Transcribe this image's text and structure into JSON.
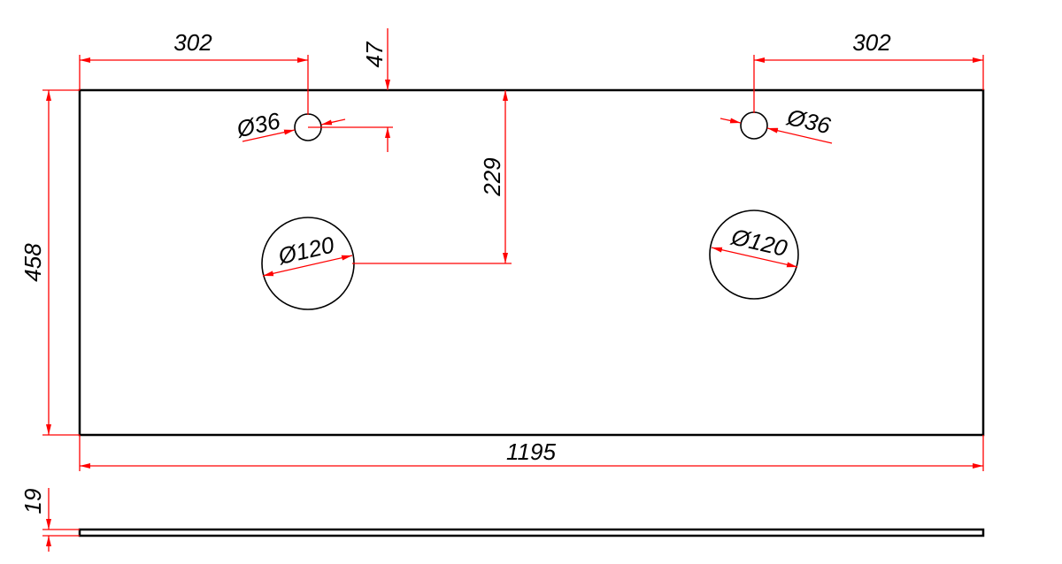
{
  "colors": {
    "outline": "#000000",
    "dimension": "#ff0000",
    "text": "#000000",
    "background": "#ffffff"
  },
  "dimensions": {
    "left_hole_offset": "302",
    "right_hole_offset": "302",
    "hole_edge_distance": "47",
    "small_hole_left": "Ø36",
    "small_hole_right": "Ø36",
    "basin_hole_left": "Ø120",
    "basin_hole_right": "Ø120",
    "basin_center_depth": "229",
    "overall_depth": "458",
    "overall_width": "1195",
    "thickness": "19"
  }
}
